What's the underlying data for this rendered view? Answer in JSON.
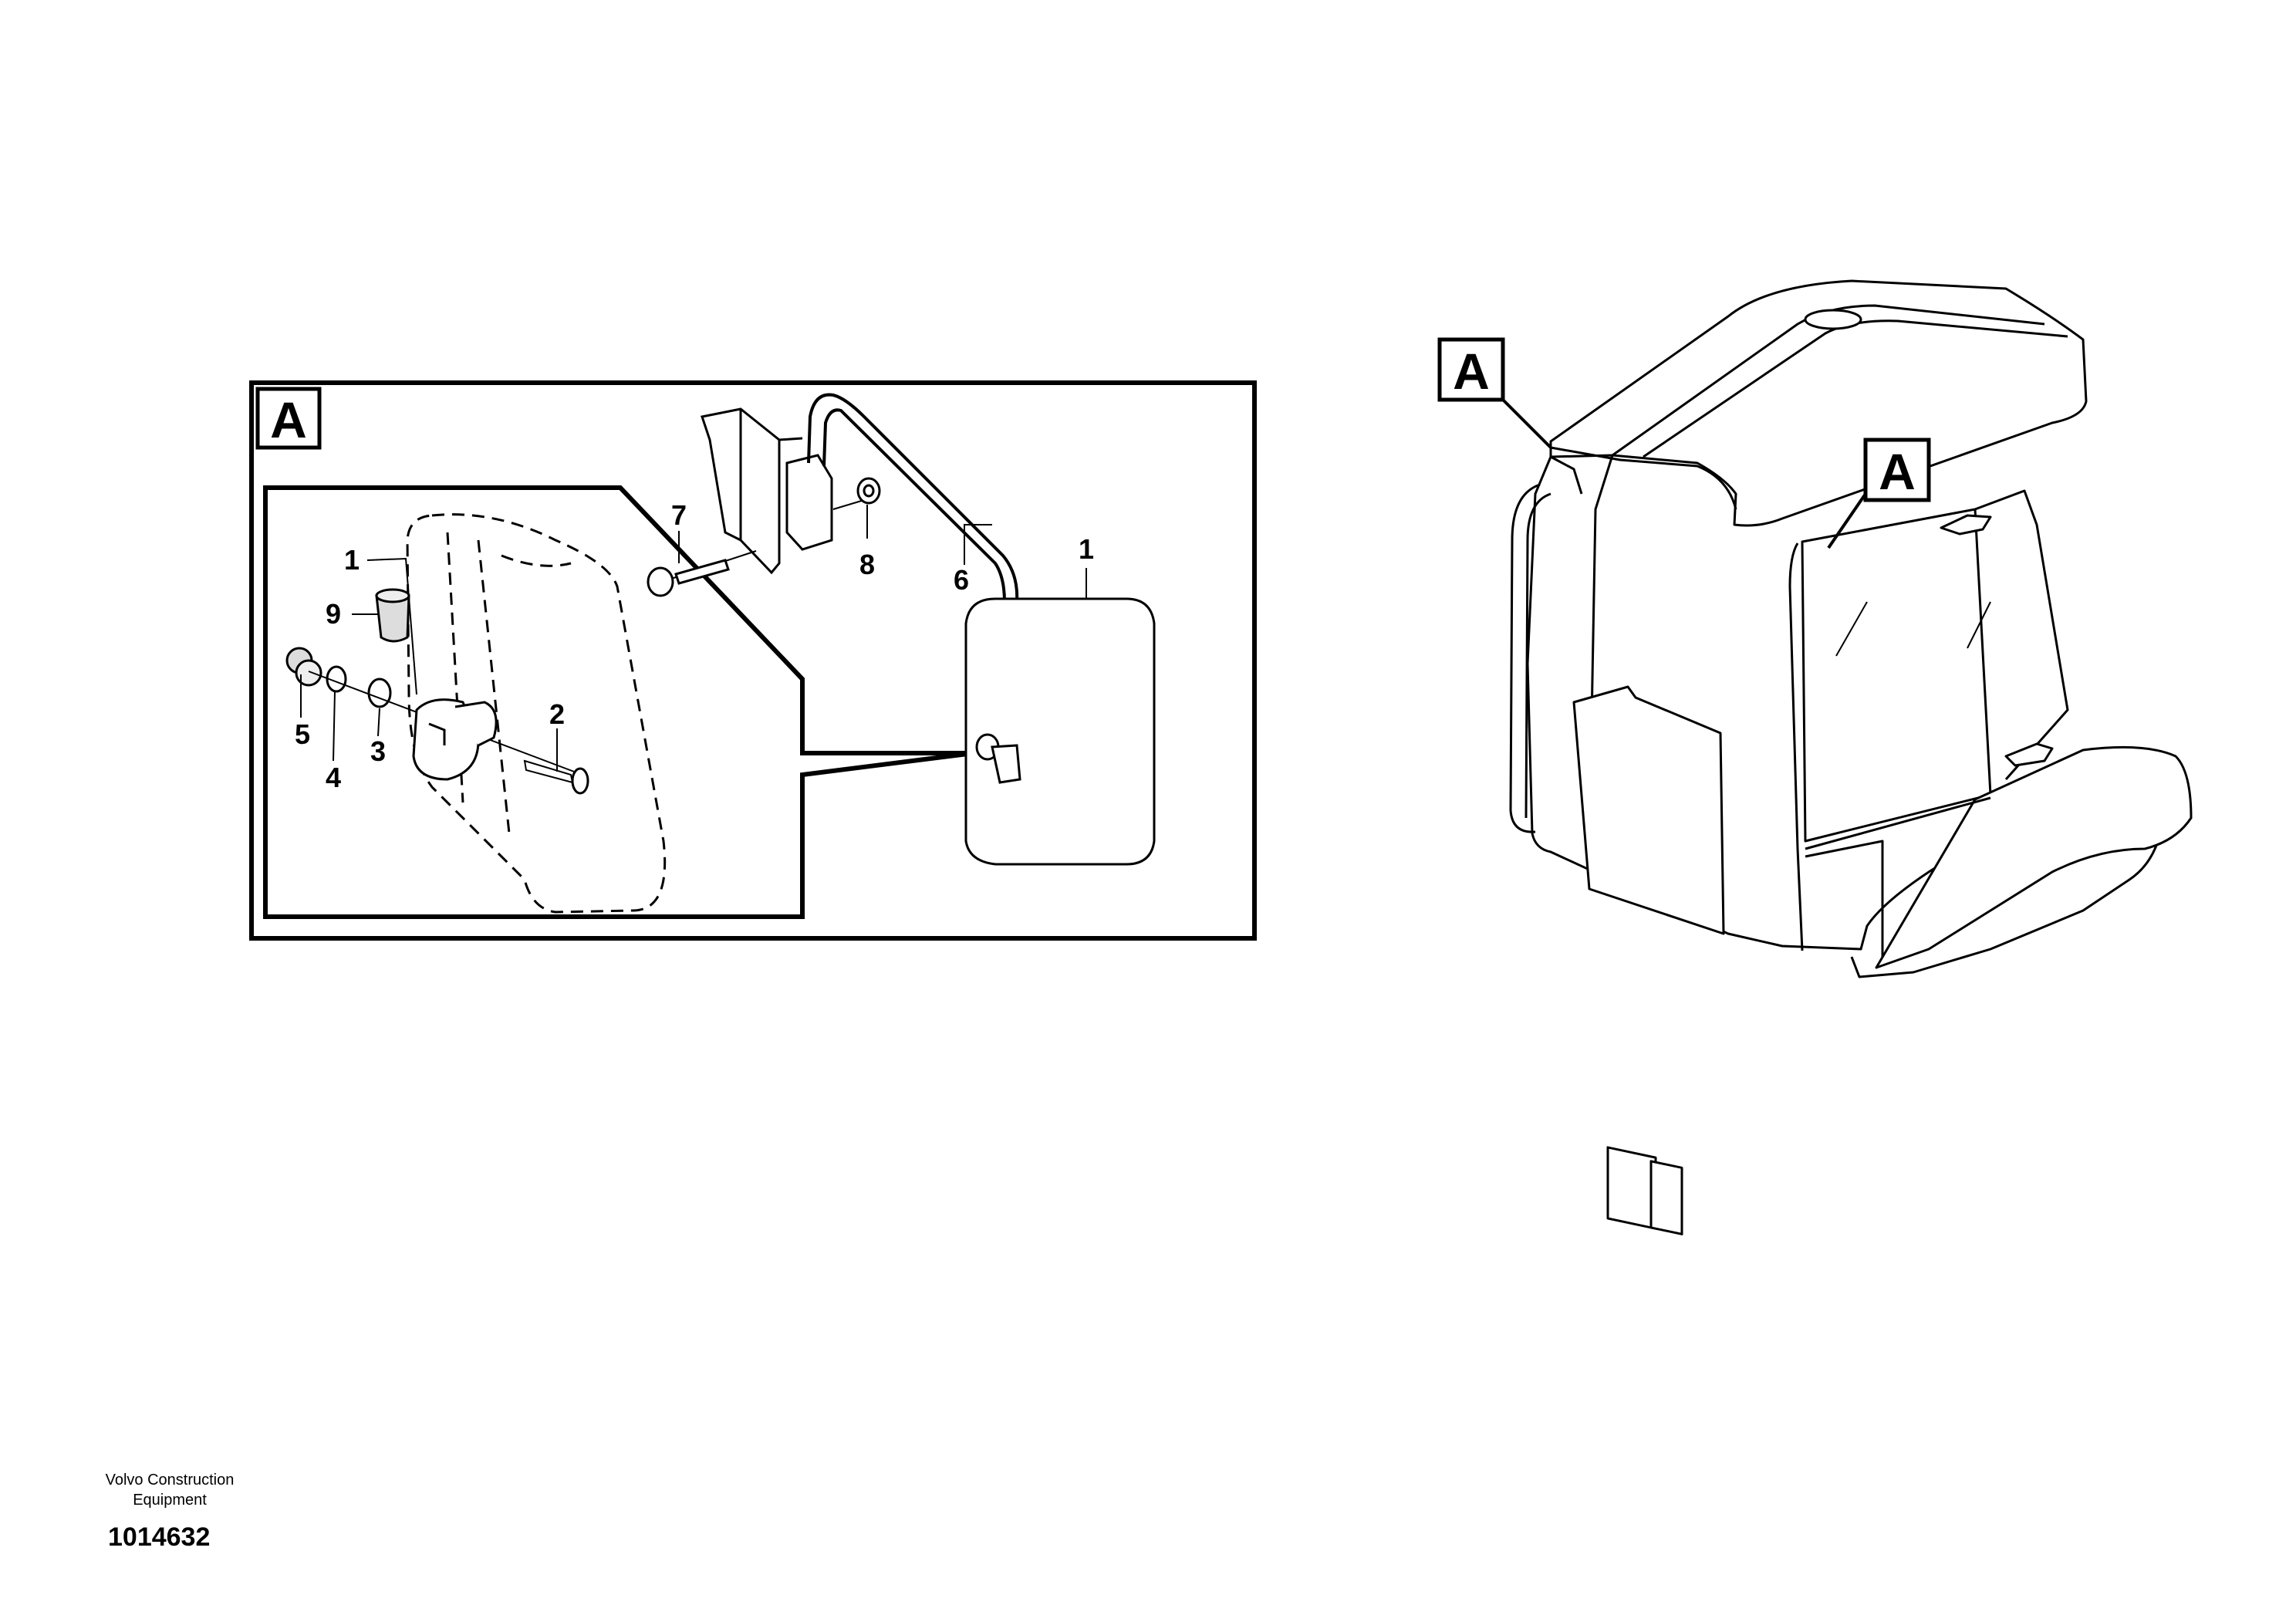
{
  "detail_frame": {
    "label": "A"
  },
  "callouts": {
    "p1_left": "1",
    "p9": "9",
    "p5": "5",
    "p4": "4",
    "p3": "3",
    "p2": "2",
    "p7": "7",
    "p8": "8",
    "p6": "6",
    "p1_right": "1"
  },
  "cab_view": {
    "label_a1": "A",
    "label_a2": "A"
  },
  "footer": {
    "company_line1": "Volvo Construction",
    "company_line2": "Equipment",
    "document_number": "1014632"
  },
  "colors": {
    "line": "#000000",
    "background": "#ffffff",
    "part_fill": "#dddddd"
  }
}
